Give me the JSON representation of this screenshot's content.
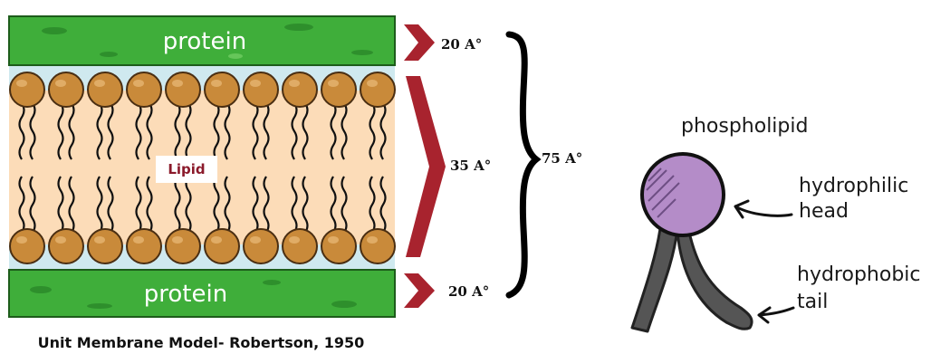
{
  "membrane": {
    "top_protein_label": "protein",
    "bottom_protein_label": "protein",
    "lipid_label": "Lipid",
    "dim_top": "20 A°",
    "dim_middle": "35 A°",
    "dim_bottom": "20 A°",
    "dim_total": "75 A°",
    "heads_per_row": 10
  },
  "phospholipid": {
    "title": "phospholipid",
    "head_label_line1": "hydrophilic",
    "head_label_line2": "head",
    "tail_label_line1": "hydrophobic",
    "tail_label_line2": "tail"
  },
  "caption": "Unit Membrane Model- Robertson, 1950",
  "colors": {
    "protein": "#3fae3a",
    "protein_dark": "#2e8f2c",
    "lipid_bg": "#fcdcb8",
    "water": "#cfe9ef",
    "head": "#c98a3a",
    "arrow": "#a8232e",
    "phospholipid_head": "#b48cc8",
    "tail": "#555555"
  }
}
